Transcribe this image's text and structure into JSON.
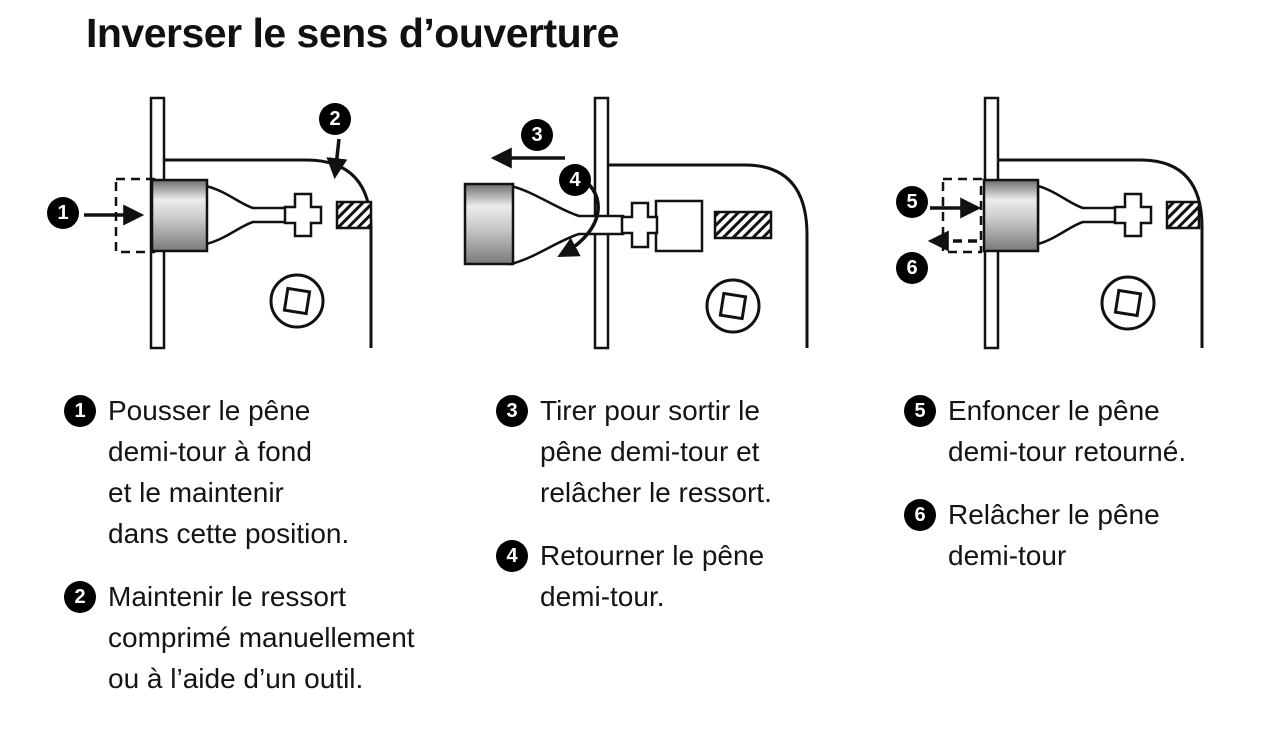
{
  "title": "Inverser le sens d’ouverture",
  "colors": {
    "ink": "#111111",
    "paper": "#ffffff",
    "badge_bg": "#000000",
    "badge_fg": "#ffffff"
  },
  "steps": [
    {
      "num": "1",
      "text": "Pousser le pêne\ndemi-tour à fond\net le maintenir\ndans cette position."
    },
    {
      "num": "2",
      "text": "Maintenir le ressort\ncomprimé manuellement\nou à l’aide d’un outil."
    },
    {
      "num": "3",
      "text": "Tirer pour sortir le\npêne demi-tour et\nrelâcher le ressort."
    },
    {
      "num": "4",
      "text": "Retourner le pêne\ndemi-tour."
    },
    {
      "num": "5",
      "text": "Enfoncer le pêne\ndemi-tour retourné."
    },
    {
      "num": "6",
      "text": "Relâcher le pêne\ndemi-tour"
    }
  ]
}
